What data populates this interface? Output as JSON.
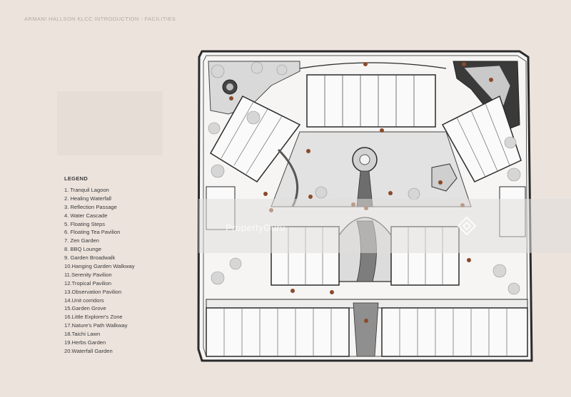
{
  "header": {
    "title": "ARMANI HALLSON KLCC INTRODUCTION - FACILITIES"
  },
  "legend": {
    "title": "LEGEND",
    "items": [
      "1.  Tranquil Lagoon",
      "2.  Healing Waterfall",
      "3.  Reflection Passage",
      "4.  Water Cascade",
      "5.  Floating Steps",
      "6.  Floating Tea Pavilion",
      "7.  Zen Garden",
      "8.  BBQ Lounge",
      "9.  Garden Broadwalk",
      "10.Hanging Garden Walkway",
      "11.Serenity Pavilion",
      "12.Tropical Pavilion",
      "13.Observation Pavilion",
      "14.Unit corridors",
      "15.Garden Grove",
      "16.Little Explorer's Zone",
      "17.Nature's Path Walkway",
      "18.Taichi Lawn",
      "19.Herbs Garden",
      "20.Waterfall Garden"
    ]
  },
  "watermark": {
    "text": "PropertyGuru",
    "logo_icon": "propertyguru-logo-icon"
  },
  "colors": {
    "background": "#ece3dd",
    "plan_outline": "#2b2b2b",
    "plan_fill": "#f4f3f2",
    "marker": "#8a4a2a"
  }
}
